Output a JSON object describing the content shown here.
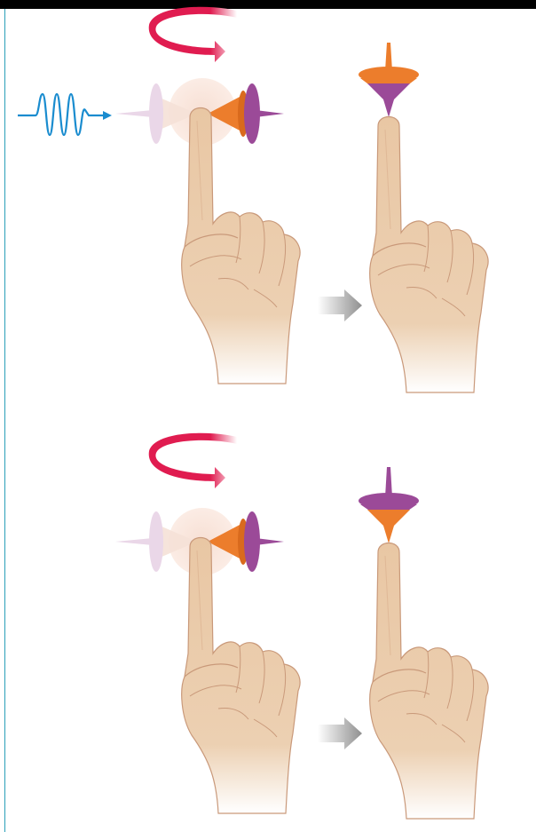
{
  "figure": {
    "panels": [
      {
        "id": "top",
        "input": "pulse",
        "result_top": "orange",
        "result_bottom": "purple"
      },
      {
        "id": "bottom",
        "input": "none",
        "result_top": "purple",
        "result_bottom": "orange"
      }
    ]
  },
  "colors": {
    "rotation_arrow": "#d8204a",
    "pulse": "#1a8ccf",
    "top_orange": "#ec7d2c",
    "top_purple": "#9b4a98",
    "faded_top": "#e8d3e6",
    "skin": "#e8c4a0",
    "skin_shadow": "#c9997a",
    "process_arrow": "#9a9a9a",
    "frame_line": "#2a9fb8"
  },
  "icons": [
    "rotation-arrow-icon",
    "pulse-wave-icon",
    "process-arrow-icon"
  ]
}
